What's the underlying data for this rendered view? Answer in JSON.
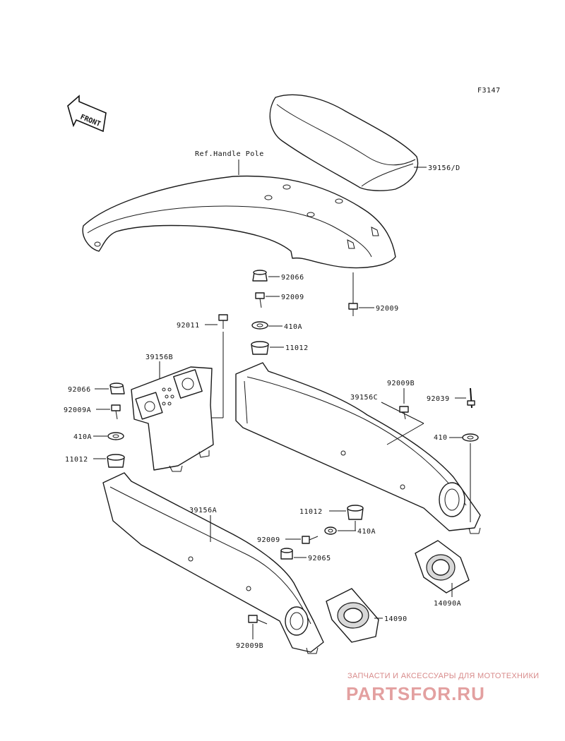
{
  "figure_code": "F3147",
  "front_label": "FRONT",
  "ref_label": "Ref.Handle Pole",
  "callouts": {
    "c_39156D": "39156/D",
    "c_92066_top": "92066",
    "c_92009_top": "92009",
    "c_92009_right": "92009",
    "c_92011": "92011",
    "c_410A_top": "410A",
    "c_11012_top": "11012",
    "c_39156B": "39156B",
    "c_92066_left": "92066",
    "c_92009A": "92009A",
    "c_410A_left": "410A",
    "c_11012_left": "11012",
    "c_39156C": "39156C",
    "c_92009B_right": "92009B",
    "c_92039": "92039",
    "c_410": "410",
    "c_39156A": "39156A",
    "c_11012_mid": "11012",
    "c_410A_mid": "410A",
    "c_92009_mid": "92009",
    "c_92065": "92065",
    "c_14090A": "14090A",
    "c_14090": "14090",
    "c_92009B_bottom": "92009B"
  },
  "watermark": {
    "line1": "ЗАПЧАСТИ И АКСЕССУАРЫ ДЛЯ МОТОТЕХНИКИ",
    "line2": "PARTSFOR.RU"
  }
}
